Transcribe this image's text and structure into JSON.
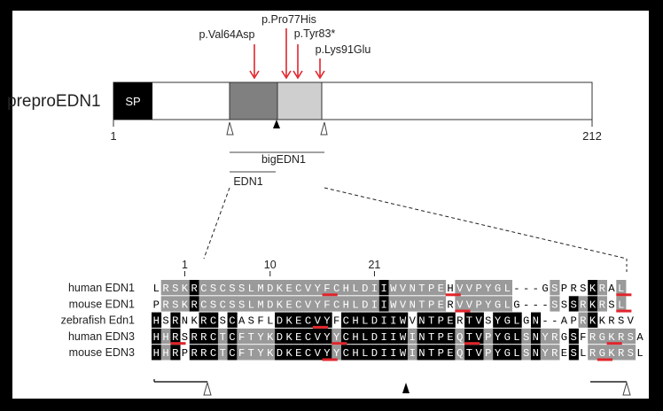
{
  "protein": {
    "name": "preproEDN1",
    "signal_peptide": "SP",
    "start": "1",
    "end": "212",
    "regions": {
      "big": "bigEDN1",
      "mature": "EDN1"
    }
  },
  "mutations": [
    "p.Val64Asp",
    "p.Pro77His",
    "p.Tyr83*",
    "p.Lys91Glu"
  ],
  "alignment": {
    "positions": [
      {
        "label": "1",
        "col": 4
      },
      {
        "label": "10",
        "col": 13
      },
      {
        "label": "21",
        "col": 24
      }
    ],
    "rows": [
      {
        "name": "human EDN1",
        "seq": "LRSKRCSCSSLMDKECVYFCHLDIIWVNTPEHVVPYGL---GSPRSKRAL"
      },
      {
        "name": "mouse EDN1",
        "seq": "PRSKRCSCSSLMDKECVYFCHLDIIWVNTPERVVPYGLG---SSSRKRSL"
      },
      {
        "name": "zebrafish Edn1",
        "seq": "HSRNKRCSCASFLDKECVYFCHLDIIWVNTPERTVSYGLGN--APRKKRSV"
      },
      {
        "name": "human EDN3",
        "seq": "HHRSRRCTCFTYKDKECVYYCHLDIIWINTPEQTVPYGLSNYRGSFRGKRSA"
      },
      {
        "name": "mouse EDN3",
        "seq": "HHRPRRCTCFTYKDKECVYYCHLDIIWINTPEQTVPYGLSNYRESLRGKRSL"
      }
    ]
  },
  "colors": {
    "frame": "#000000",
    "mutation_arrow": "#e0252b",
    "highlight_red": "#e0252b"
  }
}
